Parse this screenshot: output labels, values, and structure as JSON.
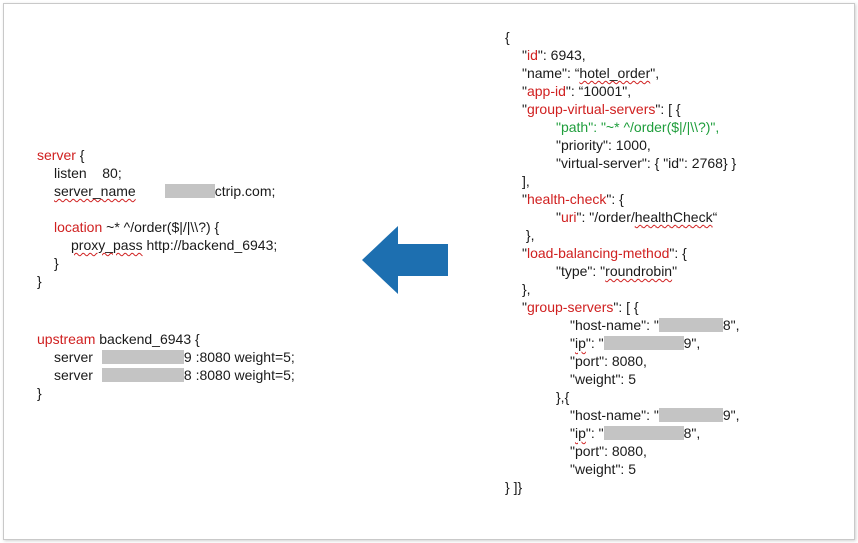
{
  "nginx": {
    "server_kw": "server",
    "open_brace": " {",
    "listen": "listen    80;",
    "server_name_kw": "server_name",
    "server_name_suffix": "ctrip.com;",
    "location_kw": "location",
    "location_rest": " ~* ^/order($|/|\\\\?) {",
    "proxy_pass_kw": "proxy_pass",
    "proxy_pass_rest": " http://backend_6943;",
    "close_brace": "}",
    "upstream_kw": "upstream",
    "upstream_rest": " backend_6943 {",
    "server1_kw": "server",
    "server1_rest": "9 :8080 weight=5;",
    "server2_kw": "server",
    "server2_rest": "8 :8080 weight=5;"
  },
  "json_config": {
    "open": "{",
    "id_key": "id",
    "id_val": ": 6943,",
    "name_key": "\"name\": “",
    "name_val": "hotel_order",
    "name_end": "\",",
    "appid_key": "app-id",
    "appid_val": ": “10001\",",
    "gvs_key": "group-virtual-servers",
    "gvs_val": ": [ {",
    "path_line": "\"path\": \"~* ^/order($|/|\\\\?)\",",
    "priority_line": "\"priority\": 1000,",
    "vs_line": "\"virtual-server\": { \"id\": 2768} }",
    "close_arr": "],",
    "hc_key": "health-check",
    "hc_val": ": {",
    "uri_key": "uri",
    "uri_mid": ": \"/order/",
    "uri_val": "healthCheck",
    "uri_end": "“",
    "close_obj": " },",
    "lbm_key": "load-balancing-method",
    "lbm_val": ": {",
    "type_key": "\"type\": \"",
    "type_val": "roundrobin",
    "type_end": "\"",
    "close_obj2": "},",
    "gs_key": "group-servers",
    "gs_val": ": [ {",
    "host1_key": "\"host-name\": \"",
    "host1_end": "8\",",
    "ip1_key": "ip",
    "ip1_mid": ": \"",
    "ip1_end": "9\",",
    "port1": "\"port\": 8080,",
    "weight1": "\"weight\": 5",
    "sep": "},{",
    "host2_key": "\"host-name\": \"",
    "host2_end": "9\",",
    "ip2_key": "ip",
    "ip2_mid": ": \"",
    "ip2_end": "8\",",
    "port2": "\"port\": 8080,",
    "weight2": "\"weight\": 5",
    "final": "} ]}"
  },
  "colors": {
    "keyword_red": "#d02020",
    "path_green": "#1f9e3c",
    "arrow_blue": "#1d6fb0",
    "redaction_gray": "#c4c4c4"
  },
  "icons": {
    "arrow": "left-arrow-icon"
  }
}
